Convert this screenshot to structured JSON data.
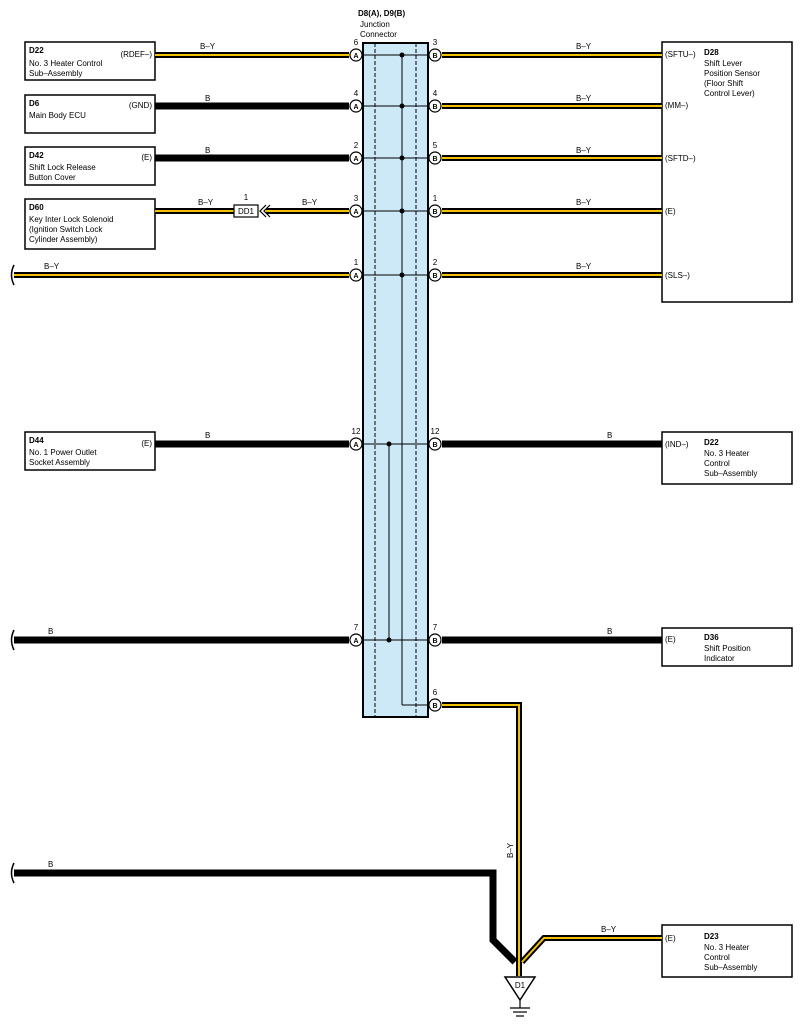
{
  "junction": {
    "title": "D8(A), D9(B)",
    "subtitle_1": "Junction",
    "subtitle_2": "Connector"
  },
  "components": [
    {
      "id": "D22",
      "lines": [
        "No.  3 Heater Control",
        "Sub–Assembly"
      ],
      "term": "(RDEF–)"
    },
    {
      "id": "D6",
      "lines": [
        "Main Body ECU"
      ],
      "term": "(GND)"
    },
    {
      "id": "D42",
      "lines": [
        "Shift Lock Release",
        "Button Cover"
      ],
      "term": "(E)"
    },
    {
      "id": "D60",
      "lines": [
        "Key Inter Lock Solenoid",
        "(Ignition Switch Lock",
        " Cylinder Assembly)"
      ],
      "term": ""
    },
    {
      "id": "D44",
      "lines": [
        "No.  1 Power Outlet",
        "Socket Assembly"
      ],
      "term": "(E)"
    },
    {
      "id": "D28",
      "lines": [
        "Shift Lever",
        "Position Sensor",
        "(Floor Shift",
        " Control Lever)"
      ],
      "terms": [
        "(SFTU–)",
        "(MM–)",
        "(SFTD–)",
        "(E)",
        "(SLS–)"
      ]
    },
    {
      "id": "D22",
      "lines": [
        "No.  3 Heater",
        "Control",
        "Sub–Assembly"
      ],
      "term": "(IND–)"
    },
    {
      "id": "D36",
      "lines": [
        "Shift Position",
        "Indicator"
      ],
      "term": "(E)"
    },
    {
      "id": "D23",
      "lines": [
        "No.  3 Heater",
        "Control",
        "Sub–Assembly"
      ],
      "term": "(E)"
    }
  ],
  "left_wires": [
    {
      "color": "B–Y",
      "pin": "6",
      "conn": "A"
    },
    {
      "color": "B",
      "pin": "4",
      "conn": "A"
    },
    {
      "color": "B",
      "pin": "2",
      "conn": "A"
    },
    {
      "color": "B–Y",
      "pin": "3",
      "conn": "A"
    },
    {
      "color": "B–Y",
      "pin": "1",
      "conn": "A"
    },
    {
      "color": "B",
      "pin": "12",
      "conn": "A"
    },
    {
      "color": "B",
      "pin": "7",
      "conn": "A"
    }
  ],
  "right_wires": [
    {
      "color": "B–Y",
      "pin": "3",
      "conn": "B"
    },
    {
      "color": "B–Y",
      "pin": "4",
      "conn": "B"
    },
    {
      "color": "B–Y",
      "pin": "5",
      "conn": "B"
    },
    {
      "color": "B–Y",
      "pin": "1",
      "conn": "B"
    },
    {
      "color": "B–Y",
      "pin": "2",
      "conn": "B"
    },
    {
      "color": "B",
      "pin": "12",
      "conn": "B"
    },
    {
      "color": "B",
      "pin": "7",
      "conn": "B"
    },
    {
      "color": "",
      "pin": "6",
      "conn": "B"
    }
  ],
  "dd1": {
    "label": "DD1",
    "pin": "1",
    "wire_color": "B–Y"
  },
  "bottom": {
    "wire_b": "B",
    "wire_by_vertical": "B–Y",
    "wire_by_d23": "B–Y",
    "ground": "D1"
  },
  "colors": {
    "junction_fill": "#cde8f7",
    "wire_black": "#000000",
    "wire_yellow": "#f2c200"
  }
}
